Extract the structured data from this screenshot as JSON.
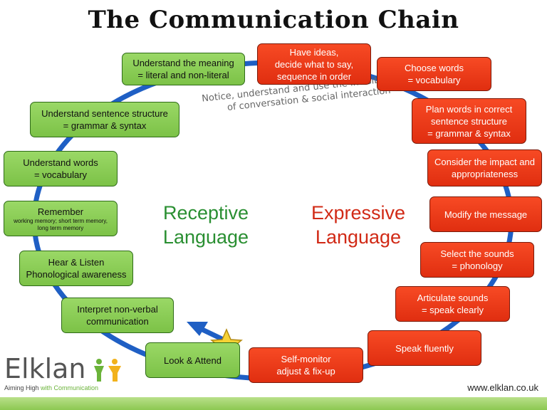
{
  "title": "The Communication Chain",
  "receptive": {
    "line1": "Receptive",
    "line2": "Language"
  },
  "expressive": {
    "line1": "Expressive",
    "line2": "Language"
  },
  "note": {
    "line1": "Notice, understand and use the invisible rules",
    "line2": "of conversation & social interaction"
  },
  "green_boxes": [
    {
      "l1": "Understand the meaning",
      "l2": "= literal and non-literal"
    },
    {
      "l1": "Understand sentence structure",
      "l2": "= grammar & syntax"
    },
    {
      "l1": "Understand words",
      "l2": "= vocabulary"
    },
    {
      "l1": "Remember",
      "l2": "working memory; short term memory,",
      "l3": "long term memory"
    },
    {
      "l1": "Hear & Listen",
      "l2": "Phonological awareness"
    },
    {
      "l1": "Interpret non-verbal",
      "l2": "communication"
    },
    {
      "l1": "Look & Attend"
    }
  ],
  "red_boxes": [
    {
      "l1": "Have ideas,",
      "l2": "decide what to say,",
      "l3": "sequence in order"
    },
    {
      "l1": "Choose words",
      "l2": "= vocabulary"
    },
    {
      "l1": "Plan words in correct",
      "l2": "sentence structure",
      "l3": "= grammar & syntax"
    },
    {
      "l1": "Consider the impact and",
      "l2": "appropriateness"
    },
    {
      "l1": "Modify the message"
    },
    {
      "l1": "Select the sounds",
      "l2": "= phonology"
    },
    {
      "l1": "Articulate sounds",
      "l2": "= speak clearly"
    },
    {
      "l1": "Speak fluently"
    },
    {
      "l1": "Self-monitor",
      "l2": "adjust & fix-up"
    }
  ],
  "logo": {
    "word": "Elklan",
    "tag_a": "Aiming High ",
    "tag_b": "with Communication"
  },
  "website": "www.elklan.co.uk",
  "colors": {
    "green": "#8dd05a",
    "red": "#f23a1a",
    "chain": "#1f5fc4",
    "receptive": "#2a8f32",
    "expressive": "#d12a16"
  }
}
